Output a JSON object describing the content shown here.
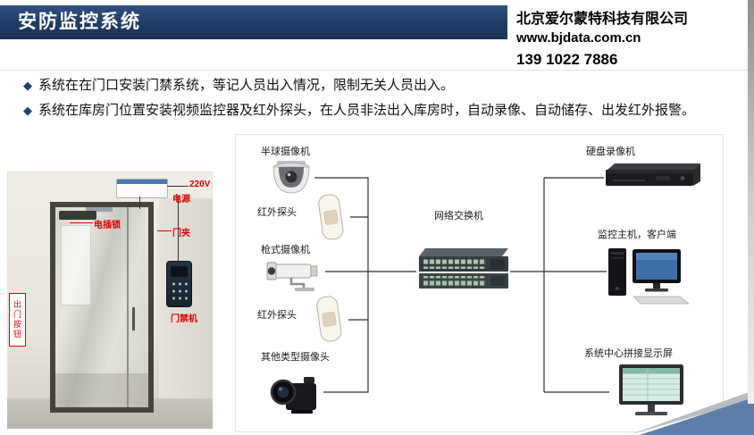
{
  "header": {
    "title": "安防监控系统",
    "company": "北京爱尔蒙特科技有限公司",
    "website": "www.bjdata.com.cn",
    "phone": "139 1022 7886"
  },
  "bullet_icon": "◆",
  "bullets": [
    "系统在在门口安装门禁系统，等记人员出入情况，限制无关人员出入。",
    "系统在库房门位置安装视频监控器及红外探头，在人员非法出入库房时，自动录像、自动储存、出发红外报警。"
  ],
  "door_diagram": {
    "labels": {
      "voltage": "220V",
      "power": "电源",
      "electric_lock": "电插锁",
      "door_clamp": "门夹",
      "exit_button": "出门按钮",
      "access_machine": "门禁机"
    }
  },
  "network_diagram": {
    "left_devices": [
      {
        "id": "dome-camera",
        "label": "半球摄像机"
      },
      {
        "id": "ir-detector-1",
        "label": "红外探头"
      },
      {
        "id": "bullet-camera",
        "label": "枪式摄像机"
      },
      {
        "id": "ir-detector-2",
        "label": "红外探头"
      },
      {
        "id": "other-camera",
        "label": "其他类型摄像头"
      }
    ],
    "switch": {
      "label": "网络交换机"
    },
    "right_devices": [
      {
        "id": "dvr",
        "label": "硬盘录像机"
      },
      {
        "id": "monitor-host",
        "label": "监控主机，客户端"
      },
      {
        "id": "display-wall",
        "label": "系统中心拼接显示屏"
      }
    ]
  },
  "colors": {
    "header_bg": "#203c66",
    "label_red": "#e00000",
    "corner_blue": "#5d7ea6"
  }
}
